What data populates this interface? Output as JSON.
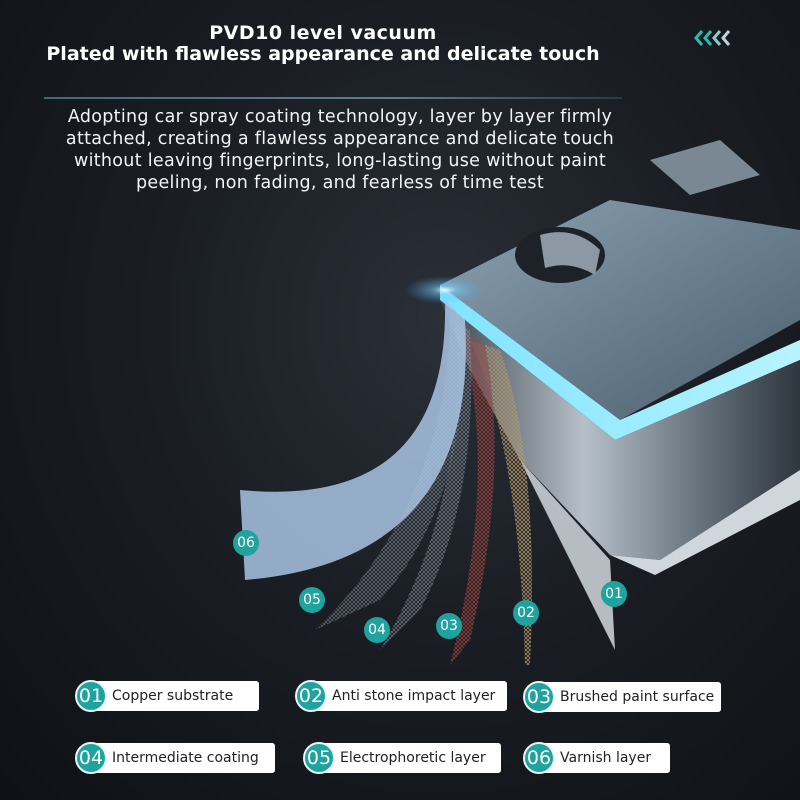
{
  "heading": {
    "line1": "PVD10 level vacuum",
    "line2": "Plated with flawless appearance and delicate touch"
  },
  "description": "Adopting car spray coating technology, layer by layer firmly attached, creating a flawless appearance and delicate touch without leaving fingerprints, long-lasting use without paint peeling, non fading, and fearless of time test",
  "icons": {
    "chevrons": "chevron-left-triple-icon"
  },
  "colors": {
    "accent": "#1fa39e",
    "background": "#15191e"
  },
  "markers": [
    "06",
    "05",
    "04",
    "03",
    "02",
    "01"
  ],
  "layers": [
    {
      "num": "01",
      "label": "Copper substrate"
    },
    {
      "num": "02",
      "label": "Anti stone impact layer"
    },
    {
      "num": "03",
      "label": "Brushed paint surface"
    },
    {
      "num": "04",
      "label": "Intermediate coating"
    },
    {
      "num": "05",
      "label": "Electrophoretic layer"
    },
    {
      "num": "06",
      "label": "Varnish layer"
    }
  ]
}
